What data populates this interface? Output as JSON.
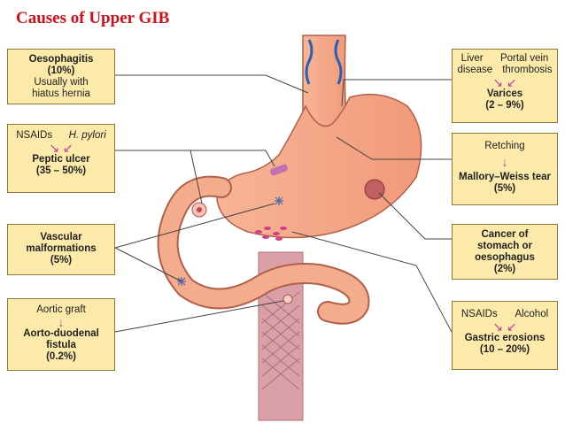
{
  "title": "Causes of Upper GIB",
  "boxes": {
    "oesophagitis": {
      "name": "Oesophagitis",
      "pct": "(10%)",
      "note1": "Usually with",
      "note2": "hiatus hernia"
    },
    "peptic": {
      "cause1": "NSAIDs",
      "cause2": "H. pylori",
      "name": "Peptic ulcer",
      "pct": "(35 – 50%)"
    },
    "vascular": {
      "name1": "Vascular",
      "name2": "malformations",
      "pct": "(5%)"
    },
    "aorto": {
      "cause": "Aortic graft",
      "name1": "Aorto-duodenal",
      "name2": "fistula",
      "pct": "(0.2%)"
    },
    "varices": {
      "cause1a": "Liver",
      "cause1b": "disease",
      "cause2a": "Portal vein",
      "cause2b": "thrombosis",
      "name": "Varices",
      "pct": "(2 – 9%)"
    },
    "mallory": {
      "cause": "Retching",
      "name": "Mallory–Weiss tear",
      "pct": "(5%)"
    },
    "cancer": {
      "name1": "Cancer of",
      "name2": "stomach or",
      "name3": "oesophagus",
      "pct": "(2%)"
    },
    "erosions": {
      "cause1": "NSAIDs",
      "cause2": "Alcohol",
      "name": "Gastric erosions",
      "pct": "(10 – 20%)"
    }
  },
  "colors": {
    "title": "#d0101a",
    "box_fill": "#fbeaaa",
    "stomach": "#f4a886",
    "arrow": "#c0409a"
  }
}
